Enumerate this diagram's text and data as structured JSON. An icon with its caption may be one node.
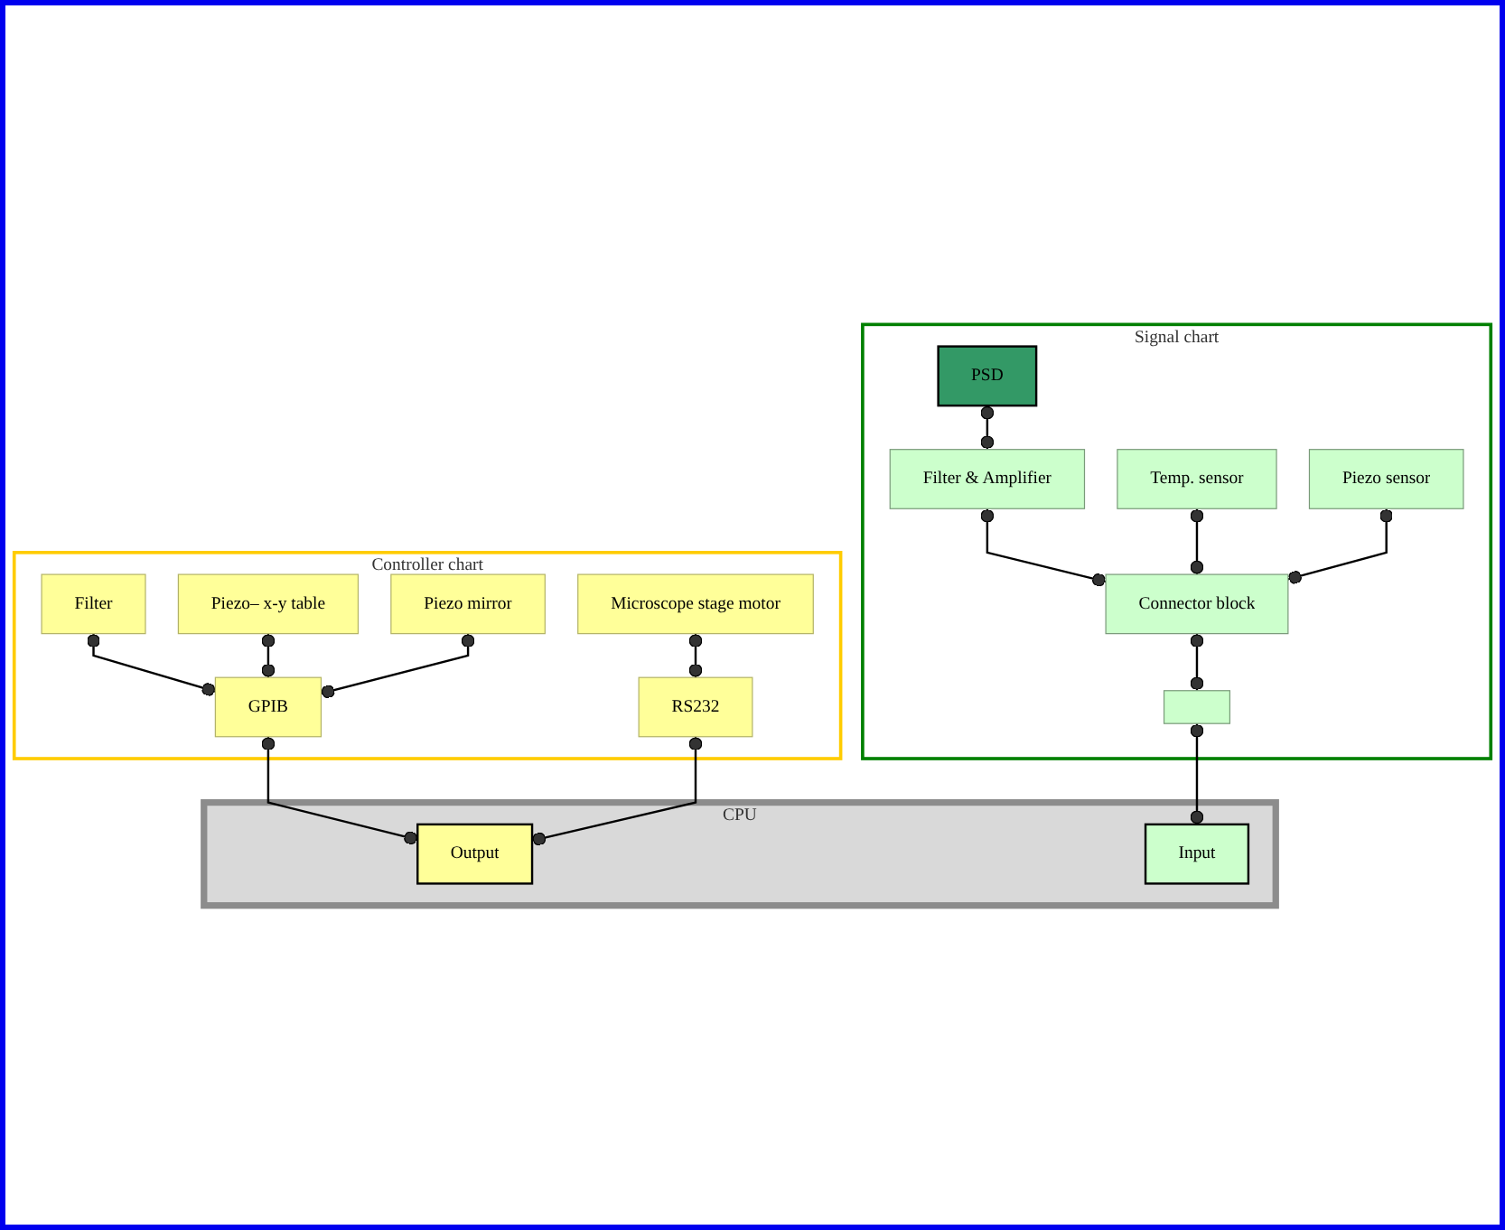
{
  "diagram": {
    "nodes": [
      {
        "text": [
          "Controller chart"
        ]
      },
      {
        "text": [
          "Filter"
        ],
        "in": 0
      },
      {
        "text": [
          "Microscope stage motor"
        ],
        "in": 0
      },
      {
        "text": [
          "Piezo– x-y table"
        ],
        "in": 0
      },
      {
        "text": [
          "Piezo mirror"
        ],
        "in": 0
      },
      {
        "text": [
          "GPIB"
        ],
        "in": 0
      },
      {
        "text": [
          "RS232"
        ],
        "in": 0
      },
      {
        "text": [
          "Signal chart"
        ]
      },
      {
        "text": [
          "PSD"
        ],
        "in": 7
      },
      {
        "text": [
          "Temp. sensor"
        ],
        "in": 7
      },
      {
        "text": [
          "Filter & Amplifier"
        ],
        "in": 7
      },
      {
        "text": [
          "Connector block"
        ],
        "in": 7
      },
      {
        "text": [
          "Piezo sensor"
        ],
        "in": 7
      },
      {
        "text": [],
        "shape": "box",
        "in": 7
      },
      {
        "text": [
          "CPU"
        ]
      },
      {
        "text": [
          "Output"
        ],
        "in": 14
      },
      {
        "text": [
          "Input"
        ],
        "in": 14
      }
    ],
    "edges": [
      {
        "from": 1,
        "to": 5,
        "arrow": "other"
      },
      {
        "from": 3,
        "to": 5,
        "arrow": "other"
      },
      {
        "from": 4,
        "to": 5,
        "arrow": "other"
      },
      {
        "from": 2,
        "to": 6,
        "arrow": "other"
      },
      {
        "from": 5,
        "to": 15,
        "arrow": "other"
      },
      {
        "from": 6,
        "to": 15,
        "arrow": "other"
      },
      {
        "from": 8,
        "to": 10,
        "arrow": "other"
      },
      {
        "from": 10,
        "to": 11,
        "arrow": "other"
      },
      {
        "from": 9,
        "to": 11,
        "arrow": "other"
      },
      {
        "from": 12,
        "to": 11,
        "arrow": "other"
      },
      {
        "from": 11,
        "to": 13,
        "arrow": "other"
      },
      {
        "from": 13,
        "to": 16,
        "arrow": "other"
      }
    ]
  }
}
